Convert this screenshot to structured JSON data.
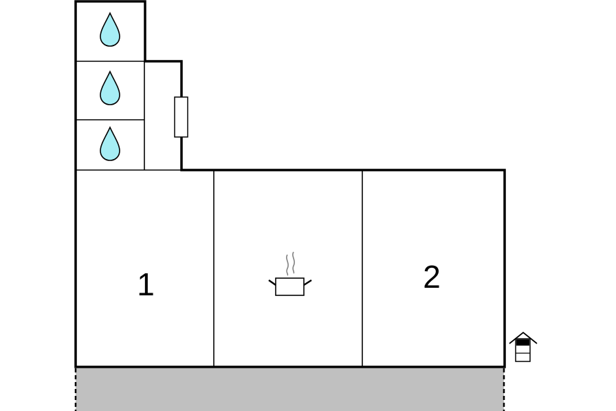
{
  "floorplan": {
    "rooms": [
      {
        "id": "bedroom-1",
        "label": "1"
      },
      {
        "id": "kitchen",
        "label": "",
        "icon": "cooking-pot-icon"
      },
      {
        "id": "bedroom-2",
        "label": "2"
      }
    ],
    "bathrooms": [
      {
        "icon": "water-drop-icon"
      },
      {
        "icon": "water-drop-icon"
      },
      {
        "icon": "water-drop-icon"
      }
    ],
    "entrance_icon": "entrance-house-icon",
    "terrace": {
      "style": "dashed",
      "color": "#c0c0c0"
    },
    "colors": {
      "wall": "#000000",
      "drop": "#a6eef5",
      "terrace": "#c0c0c0"
    }
  }
}
